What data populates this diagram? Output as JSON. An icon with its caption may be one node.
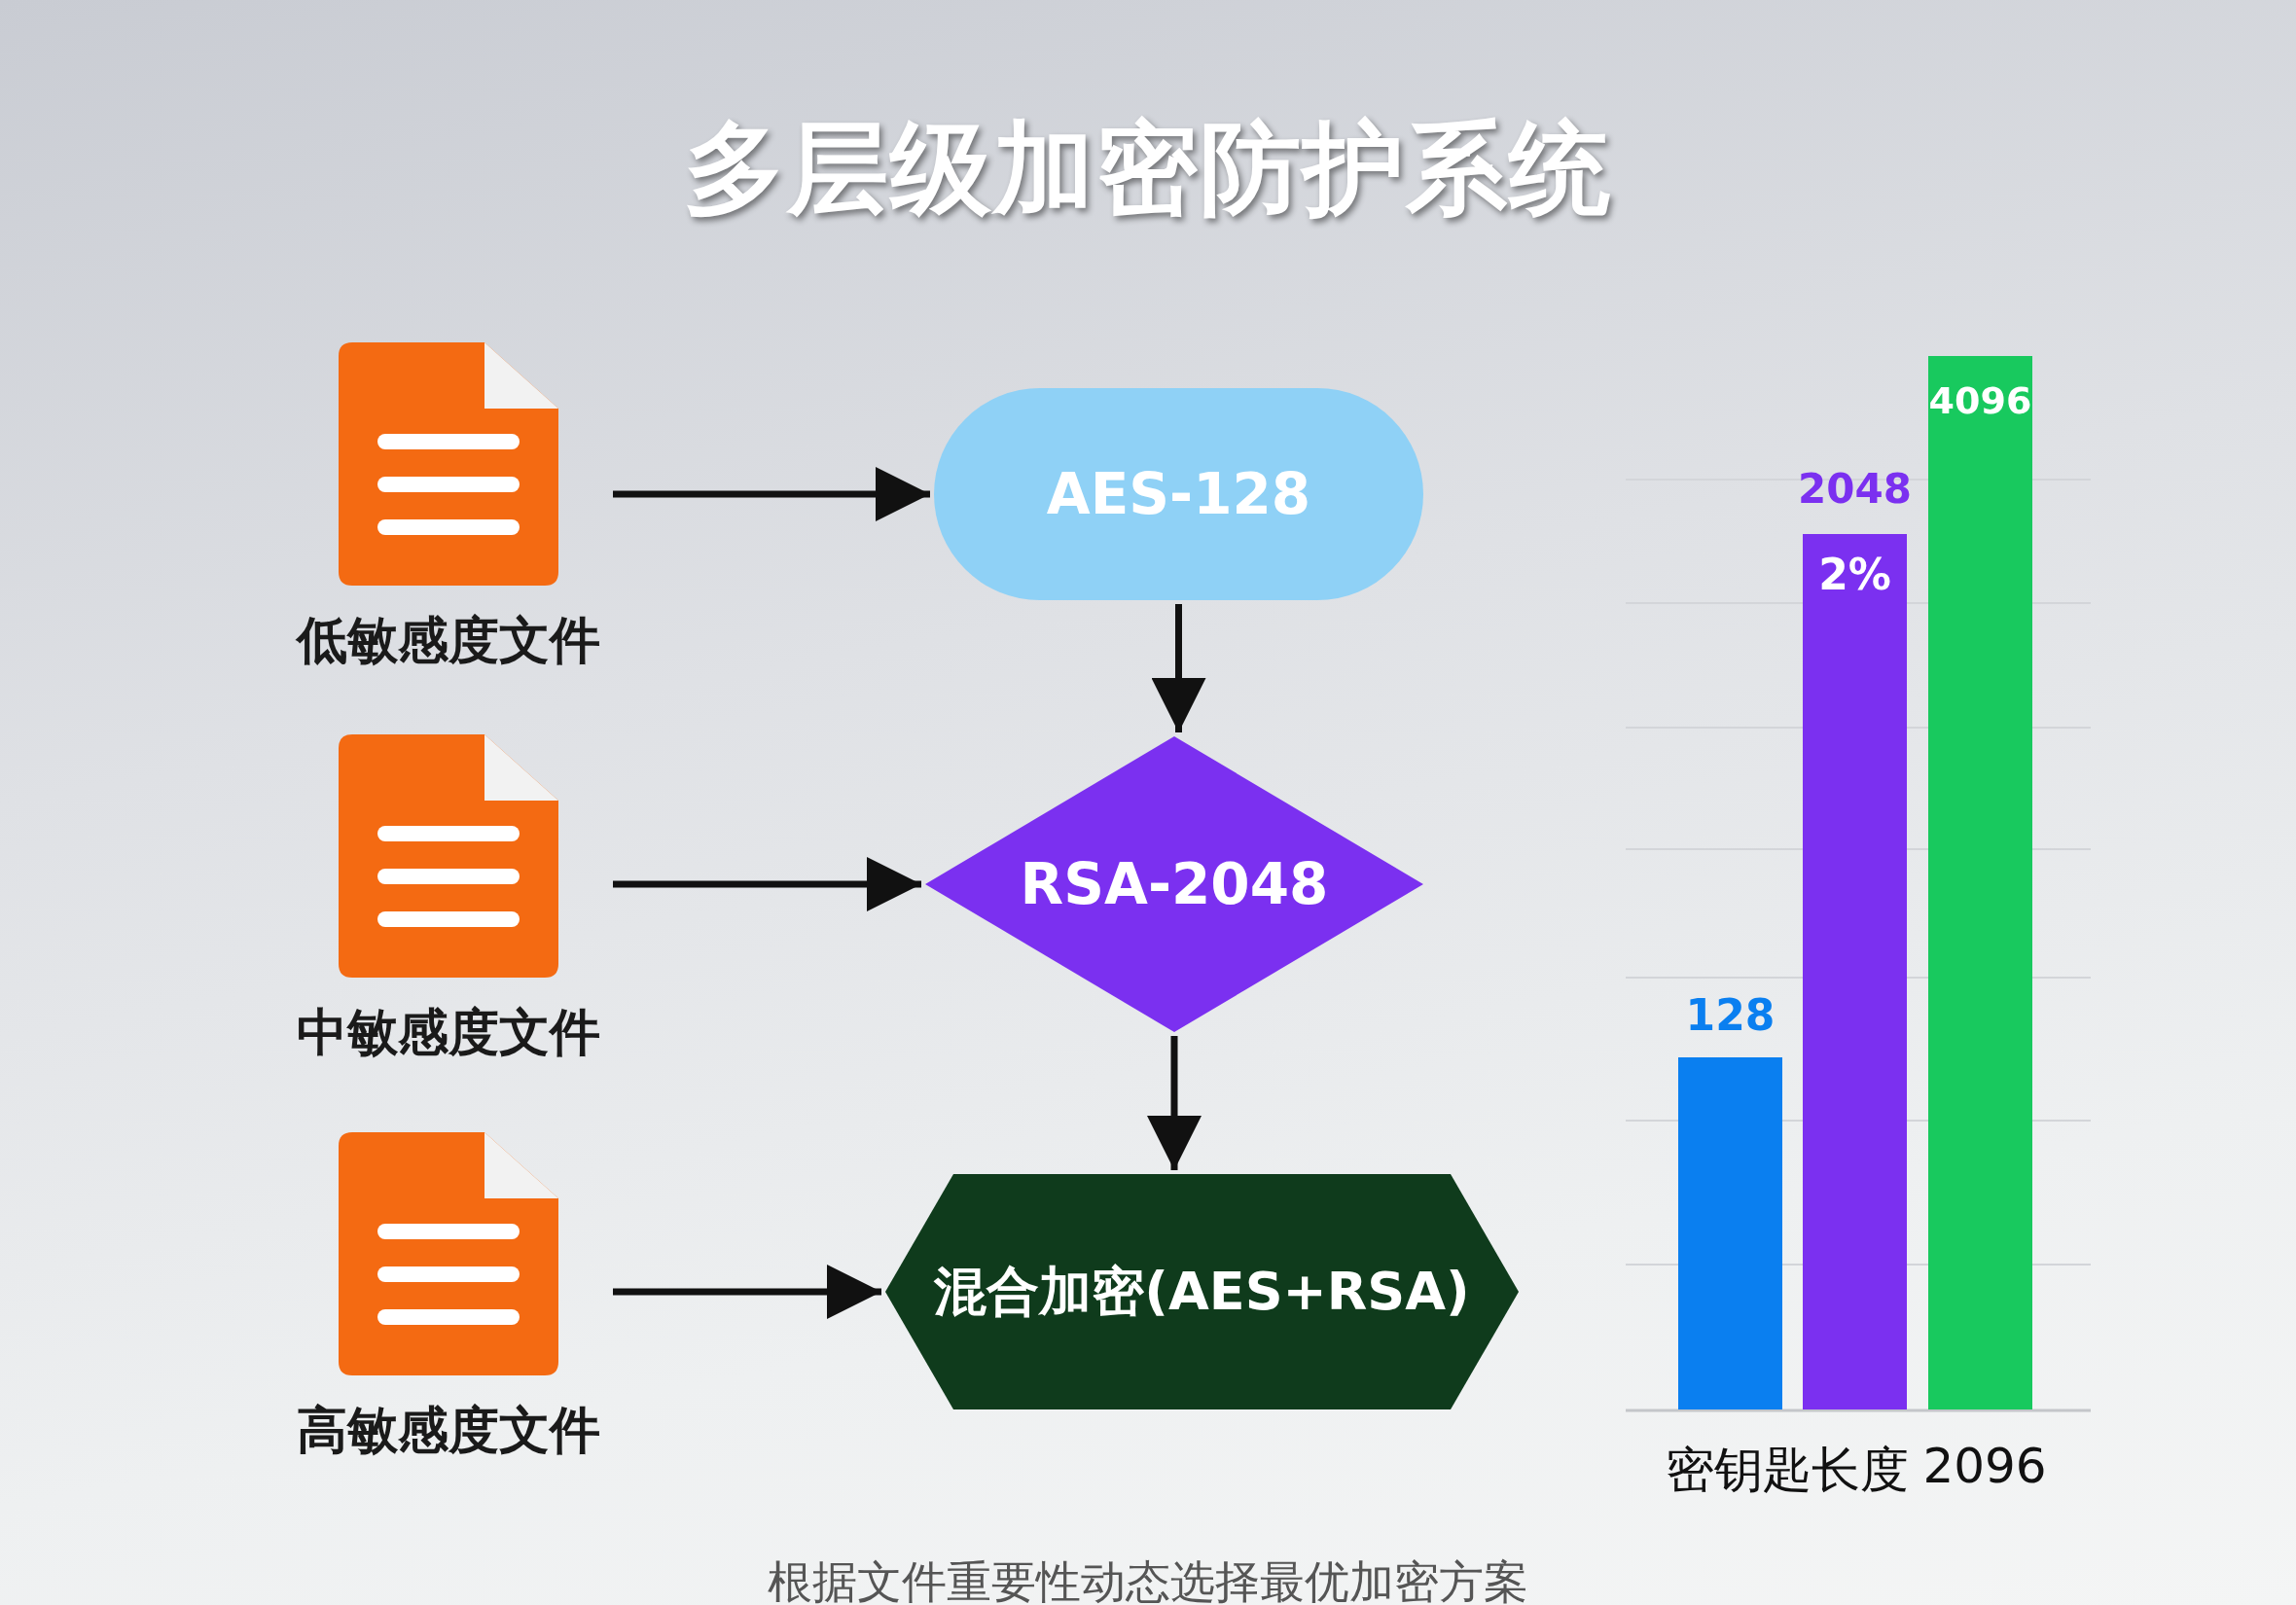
{
  "diagram": {
    "title": "多层级加密防护系统",
    "caption": "根据文件重要性动态选择最优加密方案",
    "nodes": [
      {
        "text": [
          "低敏感度文件"
        ]
      },
      {
        "text": [
          "中敏感度文件"
        ]
      },
      {
        "text": [
          "高敏感度文件"
        ]
      },
      {
        "text": [
          "AES-128"
        ]
      },
      {
        "text": [
          "RSA-2048"
        ]
      },
      {
        "text": [
          "混合加密(AES+RSA)"
        ]
      }
    ],
    "edges": [
      {
        "from": 0,
        "to": 3,
        "arrow": "to"
      },
      {
        "from": 1,
        "to": 4,
        "arrow": "to"
      },
      {
        "from": 2,
        "to": 5,
        "arrow": "to"
      },
      {
        "from": 3,
        "to": 4,
        "arrow": "to"
      },
      {
        "from": 4,
        "to": 5,
        "arrow": "to"
      }
    ],
    "labels": [
      "4096",
      "2048",
      "2%",
      "128",
      "密钥匙长度",
      "2096"
    ]
  }
}
